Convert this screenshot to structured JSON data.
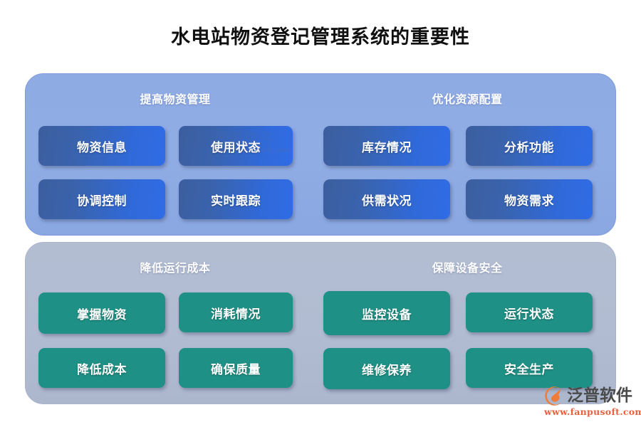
{
  "page": {
    "title": "水电站物资登记管理系统的重要性"
  },
  "panels": [
    {
      "id": "panel-blue",
      "theme": "blue",
      "accent": "#3069d8",
      "background": "#90ace4",
      "groups": [
        {
          "id": "group-improve-materials",
          "heading": "提高物资管理",
          "cards": [
            {
              "label": "物资信息"
            },
            {
              "label": "使用状态"
            },
            {
              "label": "协调控制"
            },
            {
              "label": "实时跟踪"
            }
          ]
        },
        {
          "id": "group-optimize-resources",
          "heading": "优化资源配置",
          "cards": [
            {
              "label": "库存情况"
            },
            {
              "label": "分析功能"
            },
            {
              "label": "供需状况"
            },
            {
              "label": "物资需求"
            }
          ]
        }
      ]
    },
    {
      "id": "panel-grey",
      "theme": "teal",
      "accent": "#1f9085",
      "background": "#b1bbd1",
      "groups": [
        {
          "id": "group-reduce-cost",
          "heading": "降低运行成本",
          "cards": [
            {
              "label": "掌握物资"
            },
            {
              "label": "消耗情况"
            },
            {
              "label": "降低成本"
            },
            {
              "label": "确保质量"
            }
          ]
        },
        {
          "id": "group-equipment-safety",
          "heading": "保障设备安全",
          "cards": [
            {
              "label": "监控设备"
            },
            {
              "label": "运行状态"
            },
            {
              "label": "维修保养"
            },
            {
              "label": "安全生产"
            }
          ]
        }
      ]
    }
  ],
  "logo": {
    "brand": "泛普软件",
    "url": "www.fanpusoft.com",
    "mark_color": "#ef7d3a",
    "text_color": "#4a4a4a",
    "url_color": "#e8603c"
  },
  "watermark": {
    "brand": "泛普软件",
    "url": "www.fanpusoft.com"
  }
}
